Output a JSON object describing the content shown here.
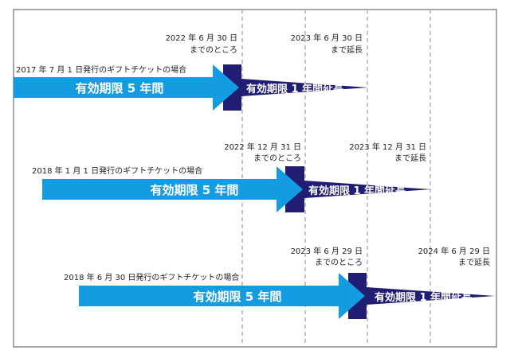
{
  "colors": {
    "five_year": "#149ce3",
    "extension": "#201d73",
    "frame": "#8a8a8a",
    "guide": "#b0b0b0"
  },
  "rows": [
    {
      "issue_label": "2017 年 7 月 1 日発行のギフトチケットの場合",
      "five_year_label": "有効期限 5 年間",
      "extension_label": "有効期限 1 年間延長",
      "old_date": "2022 年 6 月 30 日",
      "old_note": "までのところ",
      "new_date": "2023 年 6 月 30 日",
      "new_note": "まで延長"
    },
    {
      "issue_label": "2018 年 1 月 1 日発行のギフトチケットの場合",
      "five_year_label": "有効期限 5 年間",
      "extension_label": "有効期限 1 年間延長",
      "old_date": "2022 年 12 月 31 日",
      "old_note": "までのところ",
      "new_date": "2023 年 12 月 31 日",
      "new_note": "まで延長"
    },
    {
      "issue_label": "2018 年 6 月 30 日発行のギフトチケットの場合",
      "five_year_label": "有効期限 5 年間",
      "extension_label": "有効期限 1 年間延長",
      "old_date": "2023 年 6 月 29 日",
      "old_note": "までのところ",
      "new_date": "2024 年 6 月 29 日",
      "new_note": "まで延長"
    }
  ]
}
